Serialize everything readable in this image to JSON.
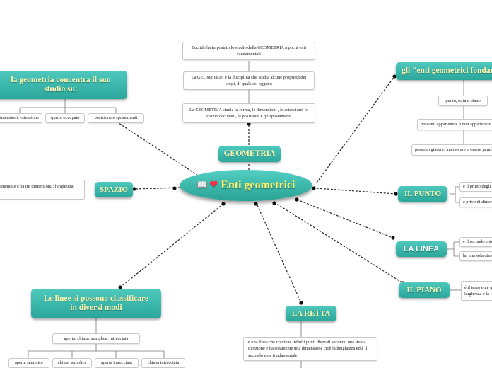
{
  "central": {
    "title": "Enti geometrici",
    "icon": "book-icon",
    "badge": "heart-icon"
  },
  "geometria": {
    "label": "GEOMETRIA",
    "notes": [
      "Euclide  ha impostato lo studio della GEOMETRIA a pochi enti fondamentali",
      "La GEOMETRIA è la disciplina che studia alcune proprietà dei corpi, di qualsiasi oggetto",
      "La GEOMETRIA studia la forma, le dimensioni , le estensioni, lo spazio occupato, la posizione e gli spostamenti"
    ]
  },
  "studio": {
    "label": "la geometria concentra il suo studio su:",
    "items": [
      "dimensioni, estensione",
      "spazio occupato",
      "posizione e spostamenti"
    ]
  },
  "spazio": {
    "label": "SPAZIO",
    "note": "ente geometrico  fondamentale e ha tre dimensioni : lunghezza, larghezza e altezza"
  },
  "enti": {
    "label": "gli \"enti geometrici fondamentali\"",
    "items": [
      "punto, retta e piano",
      "possono appartenere o non appartenere",
      "possono giacere, intersecare o essere paralleli"
    ]
  },
  "punto": {
    "label": "IL PUNTO",
    "items": [
      "è il primo degli enti",
      "è privo di dimensioni"
    ]
  },
  "linea": {
    "label": "LA LINEA",
    "items": [
      "è il secondo ente geometrico",
      "ha una sola dimensione"
    ]
  },
  "piano": {
    "label": "IL PIANO",
    "note": "è il terzo ente geometrico ovvero la larghezza e la lunghezza"
  },
  "retta": {
    "label": "LA RETTA",
    "note": "è una linea che contiene infiniti punti disposti  secondo una stessa direzione e ha solamente una dimensione cioè la lunghezza ed è il secondo ente fondamentale"
  },
  "linee": {
    "label": "Le linee si possono classificare in diversi modi",
    "summary": "aperta, chiusa, semplice, intrecciata",
    "items": [
      "aperta semplice",
      "chiusa semplice",
      "aperta intrecciata",
      "chiusa intrecciata"
    ]
  },
  "colors": {
    "node_top": "#4fc9bd",
    "node_bottom": "#2aa69a",
    "title_text": "#fff36a",
    "heart": "#ff2b4a"
  }
}
